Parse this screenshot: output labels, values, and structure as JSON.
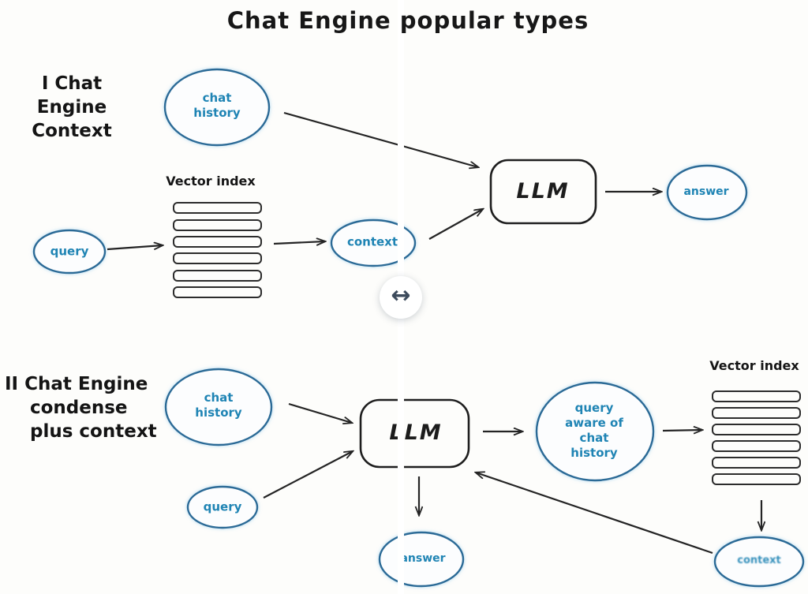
{
  "title": "Chat Engine popular types",
  "slider": {
    "handle_icon": "left-right-arrow",
    "glyph": "↔"
  },
  "colors": {
    "ink": "#1e1e1e",
    "node_stroke": "#2b6a96",
    "node_text": "#1f84b4",
    "handle_icon": "#3d4b5c",
    "background": "#fdfdfb"
  },
  "diagram1": {
    "heading_line1": "I Chat Engine",
    "heading_line2": "Context",
    "chat_history": "chat\nhistory",
    "query": "query",
    "vector_index_label": "Vector index",
    "context": "context",
    "llm": "LLM",
    "answer": "answer"
  },
  "diagram2": {
    "heading_line1": "II Chat Engine",
    "heading_line2": "condense",
    "heading_line3": "plus context",
    "chat_history": "chat\nhistory",
    "query": "query",
    "llm": "LLM",
    "query_aware": "query\naware of\nchat\nhistory",
    "vector_index_label": "Vector index",
    "context": "context",
    "answer": "answer"
  }
}
